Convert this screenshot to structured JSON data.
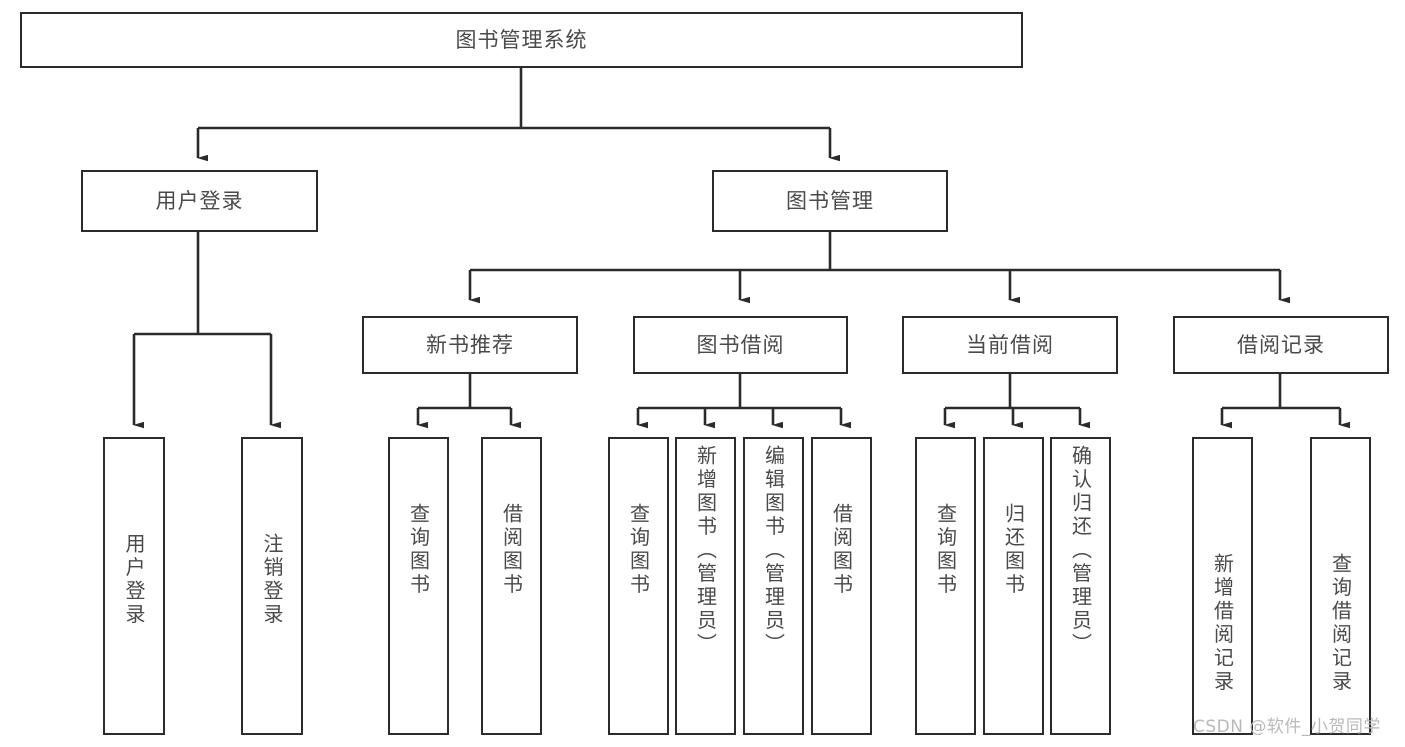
{
  "diagram": {
    "title": "图书管理系统",
    "type": "tree-hierarchy",
    "root": {
      "label": "图书管理系统"
    },
    "level1": [
      {
        "label": "用户登录"
      },
      {
        "label": "图书管理"
      }
    ],
    "level2": [
      {
        "label": "新书推荐"
      },
      {
        "label": "图书借阅"
      },
      {
        "label": "当前借阅"
      },
      {
        "label": "借阅记录"
      }
    ],
    "leaves": {
      "user_login": [
        {
          "label": "用户登录"
        },
        {
          "label": "注销登录"
        }
      ],
      "new_book_recommend": [
        {
          "label": "查询图书"
        },
        {
          "label": "借阅图书"
        }
      ],
      "book_borrow": [
        {
          "label": "查询图书"
        },
        {
          "label": "新增图书（管理员）"
        },
        {
          "label": "编辑图书（管理员）"
        },
        {
          "label": "借阅图书"
        }
      ],
      "current_borrow": [
        {
          "label": "查询图书"
        },
        {
          "label": "归还图书"
        },
        {
          "label": "确认归还（管理员）"
        }
      ],
      "borrow_record": [
        {
          "label": "新增借阅记录"
        },
        {
          "label": "查询借阅记录"
        }
      ]
    }
  },
  "watermark": {
    "text": "CSDN @软件_小贺同学"
  },
  "colors": {
    "stroke": "#2b2b2b",
    "text": "#4a4a4a",
    "background": "#ffffff",
    "watermark": "#b9b9b9"
  }
}
